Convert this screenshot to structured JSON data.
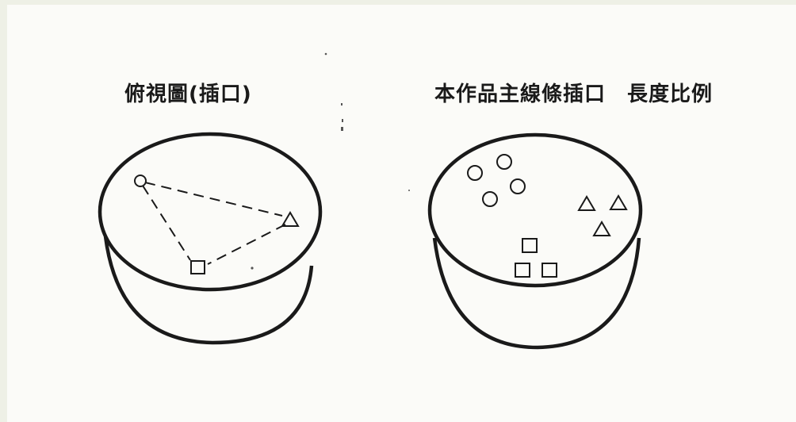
{
  "diagrams": {
    "left": {
      "title": "俯視圖(插口)",
      "outline_color": "#1a1a1a"
    },
    "right": {
      "title": "本作品主線條插口　長度比例",
      "outline_color": "#1a1a1a"
    }
  },
  "marker_shapes": [
    "circle",
    "triangle",
    "square"
  ],
  "paper_color": "#fbfbf8"
}
